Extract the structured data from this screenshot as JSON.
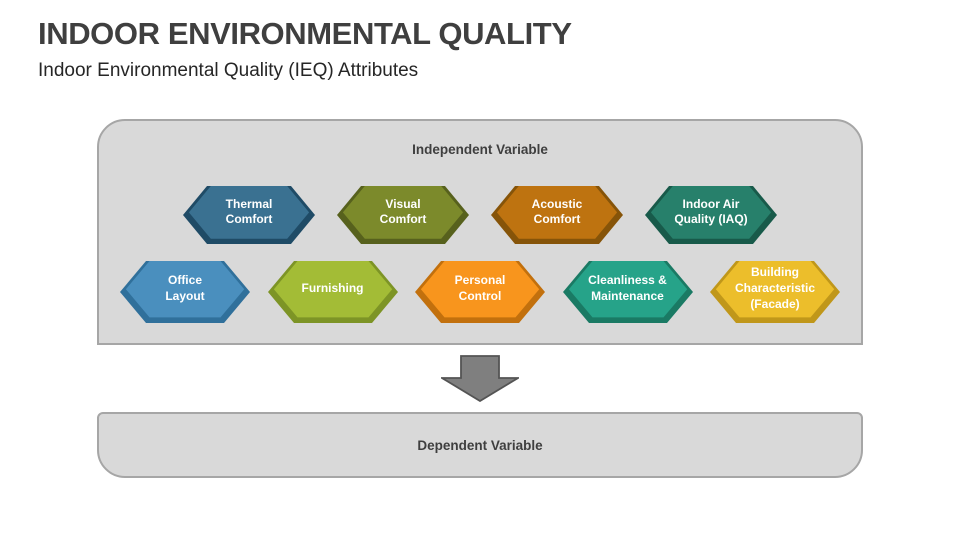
{
  "slide": {
    "title": "INDOOR ENVIRONMENTAL QUALITY",
    "subtitle": "Indoor Environmental Quality (IEQ) Attributes",
    "colors": {
      "title_text": "#3F3F3F",
      "subtitle_text": "#262626",
      "background": "#FFFFFF"
    }
  },
  "diagram": {
    "independent_box_label": "Independent Variable",
    "dependent_box_label": "Dependent Variable",
    "colors": {
      "box_fill": "#D9D9D9",
      "box_border": "#A6A6A6",
      "box_label_text": "#3F3F3F",
      "arrow_fill": "#7F7F7F",
      "arrow_border": "#545454",
      "hexagon_text": "#FFFFFF"
    },
    "hexagon_rows": [
      {
        "items": [
          {
            "label": "Thermal Comfort",
            "lines": [
              "Thermal",
              "Comfort"
            ],
            "fill": "#3A7191",
            "shade": "#1F4B66"
          },
          {
            "label": "Visual Comfort",
            "lines": [
              "Visual",
              "Comfort"
            ],
            "fill": "#7C8A2B",
            "shade": "#57611D"
          },
          {
            "label": "Acoustic Comfort",
            "lines": [
              "Acoustic",
              "Comfort"
            ],
            "fill": "#BE7310",
            "shade": "#865409"
          },
          {
            "label": "Indoor Air Quality (IAQ)",
            "lines": [
              "Indoor Air",
              "Quality (IAQ)"
            ],
            "fill": "#27806B",
            "shade": "#185A4A"
          }
        ]
      },
      {
        "items": [
          {
            "label": "Office Layout",
            "lines": [
              "Office",
              "Layout"
            ],
            "fill": "#4A8FBE",
            "shade": "#30709B"
          },
          {
            "label": "Furnishing",
            "lines": [
              "Furnishing"
            ],
            "fill": "#A3BC36",
            "shade": "#7D9426"
          },
          {
            "label": "Personal Control",
            "lines": [
              "Personal",
              "Control"
            ],
            "fill": "#F8951D",
            "shade": "#C2700D"
          },
          {
            "label": "Cleanliness & Maintenance",
            "lines": [
              "Cleanliness &",
              "Maintenance"
            ],
            "fill": "#26A389",
            "shade": "#1A7A64"
          },
          {
            "label": "Building Characteristic (Facade)",
            "lines": [
              "Building",
              "Characteristic",
              "(Facade)"
            ],
            "fill": "#ECBE2B",
            "shade": "#C0971A"
          }
        ]
      }
    ]
  }
}
